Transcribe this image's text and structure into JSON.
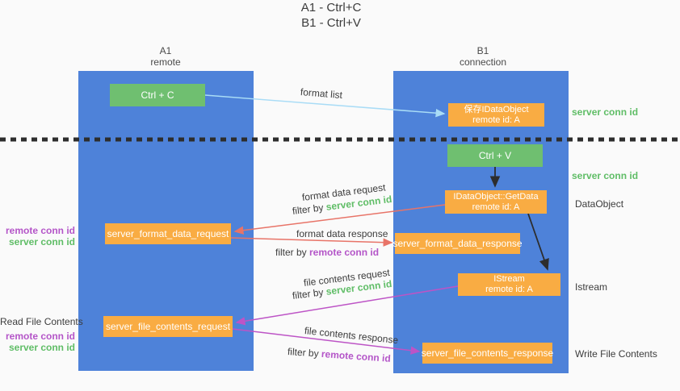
{
  "title": {
    "line1": "A1 - Ctrl+C",
    "line2": "B1 - Ctrl+V"
  },
  "lanes": {
    "left": {
      "name": "A1",
      "role": "remote"
    },
    "right": {
      "name": "B1",
      "role": "connection"
    }
  },
  "boxes": {
    "ctrl_c": {
      "label": "Ctrl + C"
    },
    "save_idataobject": {
      "line1": "保存IDataObject",
      "line2": "remote id: A"
    },
    "ctrl_v": {
      "label": "Ctrl + V"
    },
    "getdata": {
      "line1": "IDataObject::GetData",
      "line2": "remote id: A"
    },
    "format_request": {
      "label": "server_format_data_request"
    },
    "format_response": {
      "label": "server_format_data_response"
    },
    "istream": {
      "line1": "IStream",
      "line2": "remote id: A"
    },
    "file_request": {
      "label": "server_file_contents_request"
    },
    "file_response": {
      "label": "server_file_contents_response"
    }
  },
  "arrow_labels": {
    "format_list": "format list",
    "format_data_request": "format data request",
    "format_data_response": "format data response",
    "file_contents_request": "file contents request",
    "file_contents_response": "file contents response",
    "filter_by": "filter by ",
    "server_conn_id": "server conn id",
    "remote_conn_id": "remote conn id"
  },
  "side_labels": {
    "server_conn_id_top": "server conn id",
    "server_conn_id_mid": "server conn id",
    "dataobject": "DataObject",
    "istream": "Istream",
    "write_file_contents": "Write File Contents",
    "read_file_contents": "Read File Contents",
    "remote_conn_id_left1": "remote conn id",
    "server_conn_id_left1": "server conn id",
    "remote_conn_id_left2": "remote conn id",
    "server_conn_id_left2": "server conn id"
  },
  "colors": {
    "lane_blue": "#4e82d9",
    "box_green": "#6fbf70",
    "box_orange": "#f9ac43",
    "arrow_light_blue": "#a9dcf6",
    "arrow_red": "#e87468",
    "arrow_purple": "#bd54c6",
    "arrow_black": "#2d2d2d",
    "text_green": "#5fbd66",
    "text_purple": "#b455c8",
    "background": "#fafafa"
  }
}
